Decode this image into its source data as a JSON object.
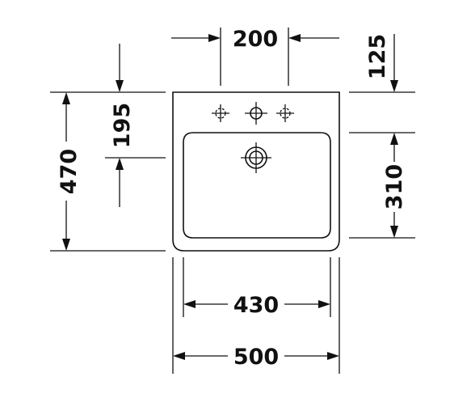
{
  "drawing": {
    "dimensions": {
      "tap_spacing": "200",
      "top_offset": "125",
      "drain_depth": "195",
      "overall_depth": "470",
      "bowl_depth": "310",
      "inner_width": "430",
      "overall_width": "500"
    },
    "colors": {
      "line": "#111111",
      "background": "#ffffff"
    },
    "icons": [
      "tap-hole-icon",
      "drain-icon"
    ]
  }
}
